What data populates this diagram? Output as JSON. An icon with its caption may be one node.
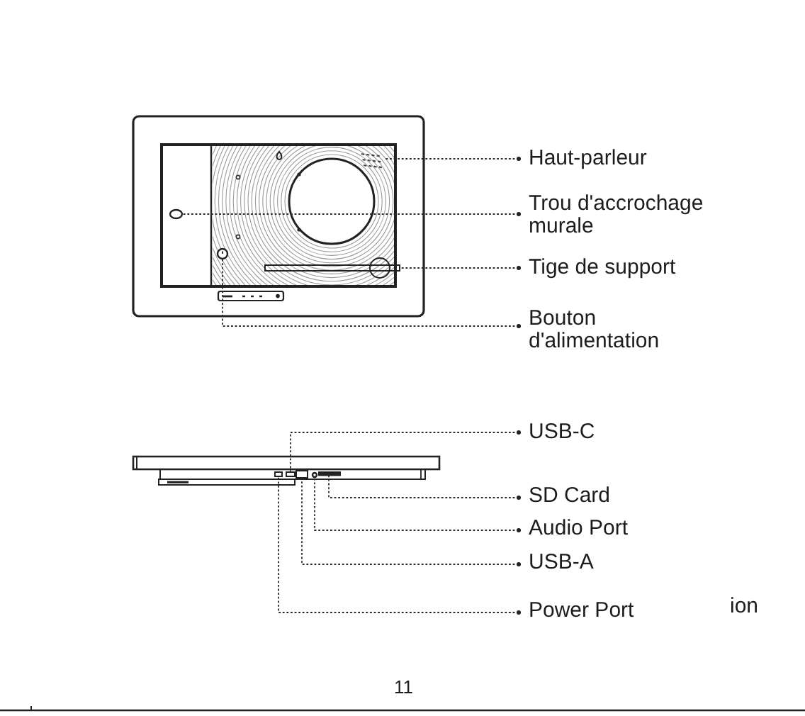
{
  "diagram": {
    "nodes": [
      {
        "text": [
          "Haut-parleur"
        ]
      },
      {
        "text": [
          "Trou d'accrochage murale"
        ]
      },
      {
        "text": [
          "Tige de support"
        ]
      },
      {
        "text": [
          "Bouton d'alimentation"
        ]
      },
      {
        "text": [
          "USB-C"
        ]
      },
      {
        "text": [
          "SD Card"
        ]
      },
      {
        "text": [
          "Audio Port"
        ]
      },
      {
        "text": [
          "USB-A"
        ]
      },
      {
        "text": [
          "Power Port"
        ]
      },
      {
        "text": [],
        "shape": "picture"
      },
      {
        "text": [],
        "shape": "circle"
      },
      {
        "text": [],
        "shape": "bar"
      },
      {
        "text": [],
        "shape": "circle"
      },
      {
        "text": [],
        "shape": "box"
      },
      {
        "text": [],
        "shape": "box"
      },
      {
        "text": [],
        "shape": "box"
      },
      {
        "text": [],
        "shape": "circle"
      },
      {
        "text": [],
        "shape": "bar"
      }
    ],
    "edges": [
      {
        "from": 0,
        "to": 9,
        "arrow": "other"
      },
      {
        "from": 1,
        "to": 10,
        "arrow": "other"
      },
      {
        "from": 2,
        "to": 11,
        "arrow": "other"
      },
      {
        "from": 3,
        "to": 12,
        "arrow": "other"
      },
      {
        "from": 4,
        "to": 14,
        "arrow": "other"
      },
      {
        "from": 5,
        "to": 17,
        "arrow": "other"
      },
      {
        "from": 6,
        "to": 16,
        "arrow": "other"
      },
      {
        "from": 7,
        "to": 15,
        "arrow": "other"
      },
      {
        "from": 8,
        "to": 13,
        "arrow": "other"
      }
    ],
    "labels": [
      "ion",
      "11"
    ]
  }
}
